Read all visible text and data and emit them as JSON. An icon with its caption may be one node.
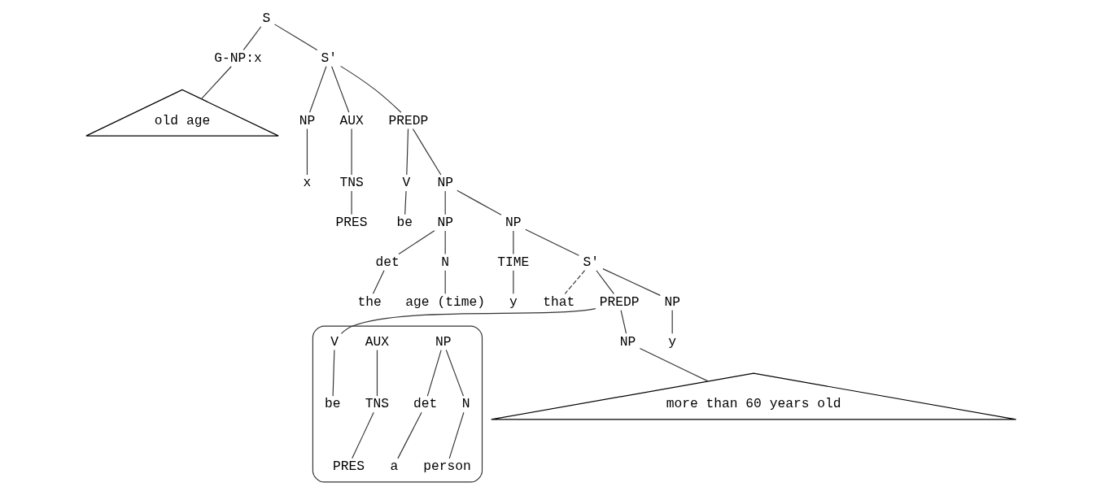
{
  "diagram": {
    "nodes": [
      {
        "text": [
          "S"
        ]
      },
      {
        "text": [
          "G-NP:x"
        ]
      },
      {
        "text": [
          "old age"
        ]
      },
      {
        "text": [
          "S'"
        ]
      },
      {
        "text": [
          "NP"
        ]
      },
      {
        "text": [
          "AUX"
        ]
      },
      {
        "text": [
          "PREDP"
        ]
      },
      {
        "text": [
          "x"
        ]
      },
      {
        "text": [
          "TNS"
        ]
      },
      {
        "text": [
          "PRES"
        ]
      },
      {
        "text": [
          "V"
        ]
      },
      {
        "text": [
          "NP"
        ]
      },
      {
        "text": [
          "be"
        ]
      },
      {
        "text": [
          "NP"
        ]
      },
      {
        "text": [
          "NP"
        ]
      },
      {
        "text": [
          "det"
        ]
      },
      {
        "text": [
          "N"
        ]
      },
      {
        "text": [
          "TIME"
        ]
      },
      {
        "text": [
          "the"
        ]
      },
      {
        "text": [
          "age (time)"
        ]
      },
      {
        "text": [
          "y"
        ]
      },
      {
        "text": [
          "S'"
        ]
      },
      {
        "text": [
          "that"
        ]
      },
      {
        "text": [],
        "shape": "ellipse"
      },
      {
        "text": [
          "NP"
        ],
        "in": 23
      },
      {
        "text": [
          "AUX"
        ],
        "in": 23
      },
      {
        "text": [
          "PREDP"
        ]
      },
      {
        "text": [
          "NP"
        ]
      },
      {
        "text": [
          "det"
        ],
        "in": 23
      },
      {
        "text": [
          "N"
        ],
        "in": 23
      },
      {
        "text": [
          "TNS"
        ],
        "in": 23
      },
      {
        "text": [
          "V"
        ],
        "in": 23
      },
      {
        "text": [
          "NP"
        ]
      },
      {
        "text": [
          "y"
        ]
      },
      {
        "text": [
          "a"
        ],
        "in": 23
      },
      {
        "text": [
          "person"
        ],
        "in": 23
      },
      {
        "text": [
          "PRES"
        ],
        "in": 23
      },
      {
        "text": [
          "be"
        ],
        "in": 23
      },
      {
        "text": [
          "more than 60 years old"
        ]
      }
    ],
    "edges": [
      {
        "from": 0,
        "to": 1,
        "arrow": "none"
      },
      {
        "from": 0,
        "to": 3,
        "arrow": "none"
      },
      {
        "from": 1,
        "to": 2,
        "arrow": "none"
      },
      {
        "from": 3,
        "to": 4,
        "arrow": "none"
      },
      {
        "from": 3,
        "to": 5,
        "arrow": "none"
      },
      {
        "from": 3,
        "to": 6,
        "arrow": "none"
      },
      {
        "from": 4,
        "to": 7,
        "arrow": "none"
      },
      {
        "from": 5,
        "to": 8,
        "arrow": "none"
      },
      {
        "from": 8,
        "to": 9,
        "arrow": "none"
      },
      {
        "from": 6,
        "to": 10,
        "arrow": "none"
      },
      {
        "from": 6,
        "to": 11,
        "arrow": "none"
      },
      {
        "from": 10,
        "to": 12,
        "arrow": "none"
      },
      {
        "from": 11,
        "to": 13,
        "arrow": "none"
      },
      {
        "from": 11,
        "to": 14,
        "arrow": "none"
      },
      {
        "from": 13,
        "to": 15,
        "arrow": "none"
      },
      {
        "from": 13,
        "to": 16,
        "arrow": "none"
      },
      {
        "from": 14,
        "to": 17,
        "arrow": "none"
      },
      {
        "from": 14,
        "to": 21,
        "arrow": "none"
      },
      {
        "from": 15,
        "to": 18,
        "arrow": "none"
      },
      {
        "from": 16,
        "to": 19,
        "arrow": "none"
      },
      {
        "from": 17,
        "to": 20,
        "arrow": "none"
      },
      {
        "from": 21,
        "to": 22,
        "arrow": "none",
        "style": "dashed"
      },
      {
        "from": 21,
        "to": 26,
        "arrow": "none"
      },
      {
        "from": 21,
        "to": 27,
        "arrow": "none"
      },
      {
        "from": 24,
        "to": 28,
        "arrow": "none"
      },
      {
        "from": 24,
        "to": 29,
        "arrow": "none"
      },
      {
        "from": 28,
        "to": 34,
        "arrow": "none"
      },
      {
        "from": 29,
        "to": 35,
        "arrow": "none"
      },
      {
        "from": 25,
        "to": 30,
        "arrow": "none"
      },
      {
        "from": 30,
        "to": 36,
        "arrow": "none"
      },
      {
        "from": 26,
        "to": 31,
        "arrow": "none"
      },
      {
        "from": 26,
        "to": 32,
        "arrow": "none"
      },
      {
        "from": 31,
        "to": 37,
        "arrow": "none"
      },
      {
        "from": 32,
        "to": 38,
        "arrow": "none"
      },
      {
        "from": 27,
        "to": 33,
        "arrow": "none"
      }
    ]
  }
}
